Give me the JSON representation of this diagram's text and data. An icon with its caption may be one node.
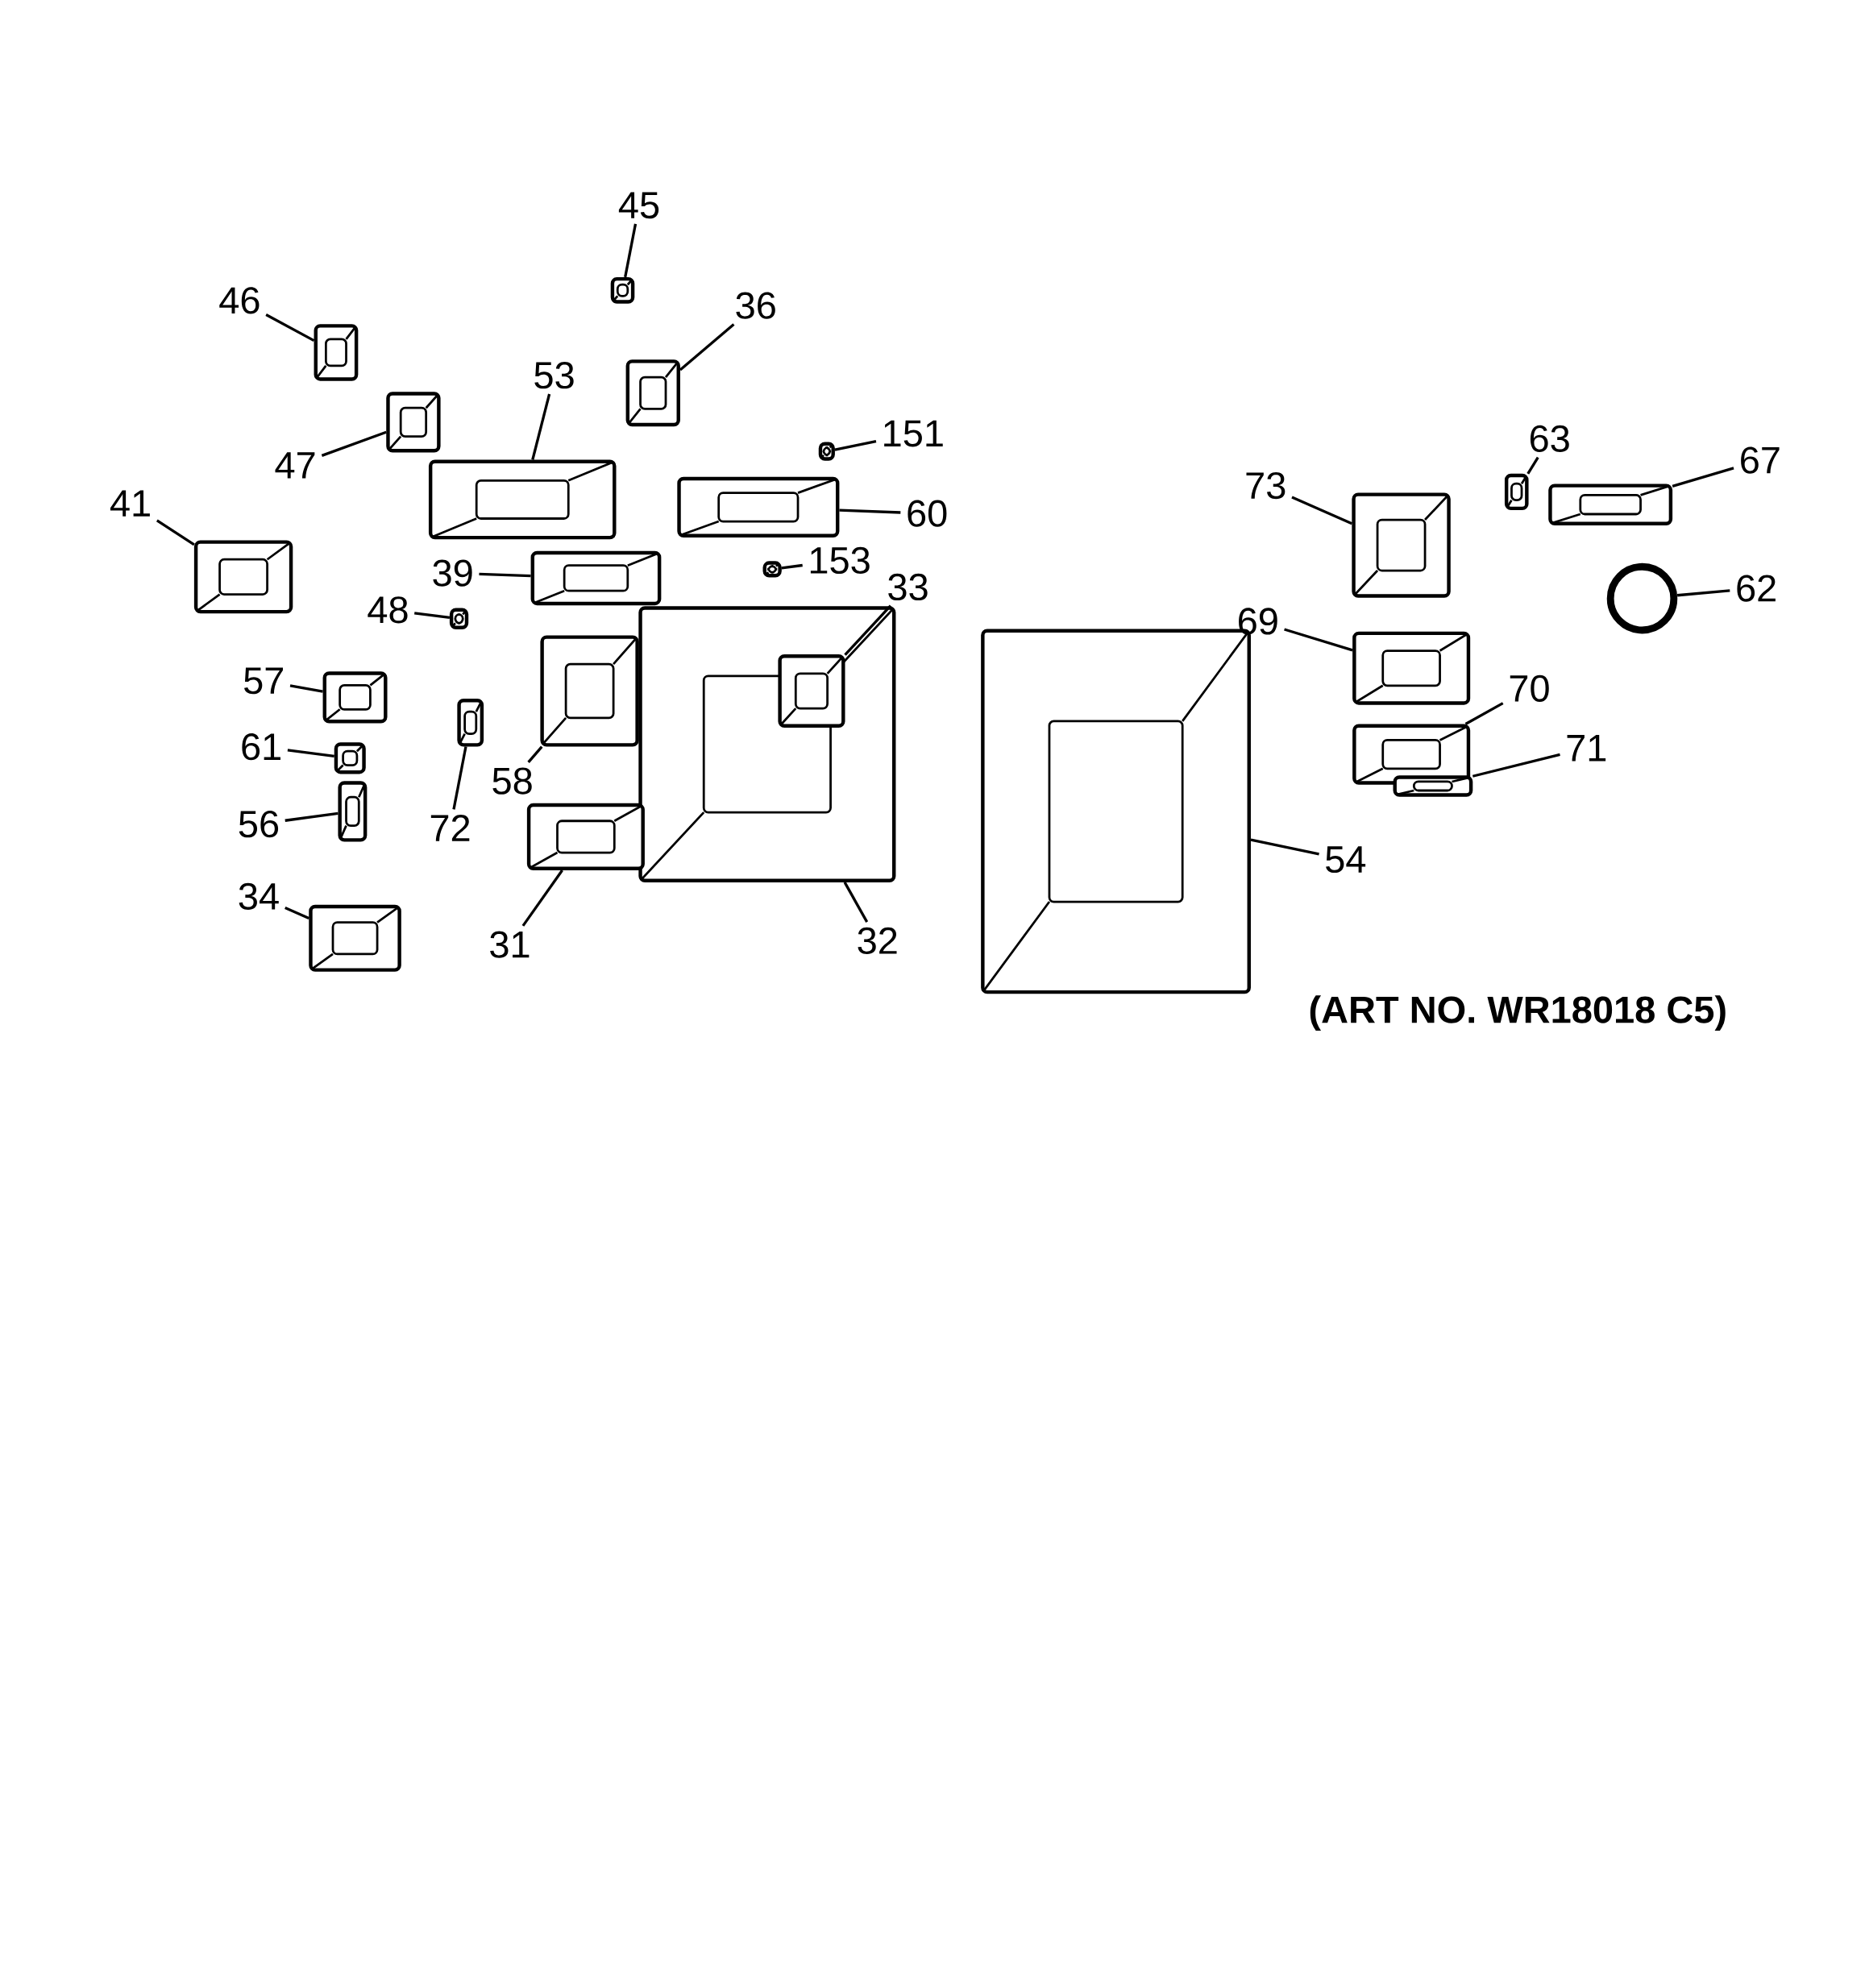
{
  "diagram": {
    "nodes": [
      {
        "text": [
          "45"
        ]
      },
      {
        "text": [
          "46"
        ]
      },
      {
        "text": [
          "36"
        ]
      },
      {
        "text": [
          "53"
        ]
      },
      {
        "text": [
          "47"
        ]
      },
      {
        "text": [
          "151"
        ]
      },
      {
        "text": [
          "63"
        ]
      },
      {
        "text": [
          "67"
        ]
      },
      {
        "text": [
          "73"
        ]
      },
      {
        "text": [
          "41"
        ]
      },
      {
        "text": [
          "60"
        ]
      },
      {
        "text": [
          "39"
        ]
      },
      {
        "text": [
          "153"
        ]
      },
      {
        "text": [
          "33"
        ]
      },
      {
        "text": [
          "62"
        ]
      },
      {
        "text": [
          "48"
        ]
      },
      {
        "text": [
          "69"
        ]
      },
      {
        "text": [
          "57"
        ]
      },
      {
        "text": [
          "70"
        ]
      },
      {
        "text": [
          "58"
        ]
      },
      {
        "text": [
          "61"
        ]
      },
      {
        "text": [
          "72"
        ]
      },
      {
        "text": [
          "71"
        ]
      },
      {
        "text": [
          "56"
        ]
      },
      {
        "text": [
          "54"
        ]
      },
      {
        "text": [
          "34"
        ]
      },
      {
        "text": [
          "31"
        ]
      },
      {
        "text": [
          "32"
        ]
      },
      {
        "text": [],
        "shape": "picture"
      },
      {
        "text": [],
        "shape": "picture"
      },
      {
        "text": [],
        "shape": "picture"
      },
      {
        "text": [],
        "shape": "picture"
      },
      {
        "text": [],
        "shape": "picture"
      },
      {
        "text": [],
        "shape": "picture"
      },
      {
        "text": [],
        "shape": "picture"
      },
      {
        "text": [],
        "shape": "picture"
      },
      {
        "text": [],
        "shape": "picture"
      },
      {
        "text": [],
        "shape": "picture"
      },
      {
        "text": [],
        "shape": "picture"
      },
      {
        "text": [],
        "shape": "picture"
      },
      {
        "text": [],
        "shape": "picture"
      },
      {
        "text": [],
        "shape": "picture",
        "in": 55
      },
      {
        "text": [],
        "shape": "circle"
      },
      {
        "text": [],
        "shape": "picture"
      },
      {
        "text": [],
        "shape": "picture"
      },
      {
        "text": [],
        "shape": "picture"
      },
      {
        "text": [],
        "shape": "picture"
      },
      {
        "text": [],
        "shape": "picture"
      },
      {
        "text": [],
        "shape": "picture"
      },
      {
        "text": [],
        "shape": "picture"
      },
      {
        "text": [],
        "shape": "picture"
      },
      {
        "text": [],
        "shape": "picture"
      },
      {
        "text": [],
        "shape": "picture"
      },
      {
        "text": [],
        "shape": "picture"
      },
      {
        "text": [],
        "shape": "picture"
      },
      {
        "text": [],
        "shape": "picture"
      }
    ],
    "edges": [
      {
        "from": 0,
        "to": 28,
        "arrow": "none"
      },
      {
        "from": 1,
        "to": 29,
        "arrow": "none"
      },
      {
        "from": 2,
        "to": 30,
        "arrow": "none"
      },
      {
        "from": 3,
        "to": 31,
        "arrow": "none"
      },
      {
        "from": 4,
        "to": 32,
        "arrow": "none"
      },
      {
        "from": 5,
        "to": 33,
        "arrow": "none"
      },
      {
        "from": 6,
        "to": 34,
        "arrow": "none"
      },
      {
        "from": 7,
        "to": 35,
        "arrow": "none"
      },
      {
        "from": 8,
        "to": 36,
        "arrow": "none"
      },
      {
        "from": 9,
        "to": 37,
        "arrow": "none"
      },
      {
        "from": 10,
        "to": 38,
        "arrow": "none"
      },
      {
        "from": 11,
        "to": 39,
        "arrow": "none"
      },
      {
        "from": 12,
        "to": 40,
        "arrow": "none"
      },
      {
        "from": 13,
        "to": 41,
        "arrow": "none"
      },
      {
        "from": 14,
        "to": 42,
        "arrow": "none"
      },
      {
        "from": 15,
        "to": 43,
        "arrow": "none"
      },
      {
        "from": 16,
        "to": 44,
        "arrow": "none"
      },
      {
        "from": 17,
        "to": 45,
        "arrow": "none"
      },
      {
        "from": 18,
        "to": 46,
        "arrow": "none"
      },
      {
        "from": 19,
        "to": 47,
        "arrow": "none"
      },
      {
        "from": 20,
        "to": 48,
        "arrow": "none"
      },
      {
        "from": 21,
        "to": 49,
        "arrow": "none"
      },
      {
        "from": 22,
        "to": 50,
        "arrow": "none"
      },
      {
        "from": 23,
        "to": 51,
        "arrow": "none"
      },
      {
        "from": 24,
        "to": 52,
        "arrow": "none"
      },
      {
        "from": 25,
        "to": 53,
        "arrow": "none"
      },
      {
        "from": 26,
        "to": 54,
        "arrow": "none"
      },
      {
        "from": 27,
        "to": 55,
        "arrow": "none"
      }
    ],
    "labels": [
      "(ART NO. WR18018 C5)"
    ]
  }
}
